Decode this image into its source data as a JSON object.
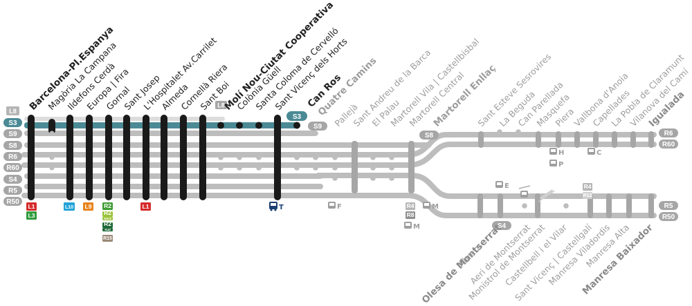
{
  "colors": {
    "line_gray": "#bdbdbd",
    "active_teal": "#4b8a95",
    "served_black": "#1a1a1a",
    "label_dark": "#222222",
    "label_gray": "#9e9e9e",
    "badge_gray": "#a6a6a6",
    "badge_s3": "#4b8a95",
    "bus_blue": "#1b3f73"
  },
  "left_badges": [
    "L8",
    "S3",
    "S9",
    "S8",
    "R6",
    "R60",
    "S4",
    "R5",
    "R50"
  ],
  "stations_dark": [
    {
      "name": "Barcelona-Pl.Espanya",
      "bold": true
    },
    {
      "name": "Magòria La Campana",
      "bold": false
    },
    {
      "name": "Ildefons Cerdà",
      "bold": false
    },
    {
      "name": "Europa | Fira",
      "bold": false
    },
    {
      "name": "Gornal",
      "bold": false
    },
    {
      "name": "Sant Josep",
      "bold": false
    },
    {
      "name": "L'Hospitalet Av.Carrilet",
      "bold": false
    },
    {
      "name": "Almeda",
      "bold": false
    },
    {
      "name": "Cornellà Riera",
      "bold": false
    },
    {
      "name": "Sant Boi",
      "bold": false
    },
    {
      "name": "Molí Nou-Ciutat Cooperativa",
      "bold": true
    },
    {
      "name": "Colònia Güell",
      "bold": false
    },
    {
      "name": "Santa Coloma de Cervelló",
      "bold": false
    },
    {
      "name": "Sant Vicenç dels Horts",
      "bold": false
    },
    {
      "name": "Can Ros",
      "bold": true
    }
  ],
  "stations_gray_trunk": [
    {
      "name": "Quatre Camins",
      "bold": true
    },
    {
      "name": "Pallejà",
      "bold": false
    },
    {
      "name": "Sant Andreu de la Barca",
      "bold": false
    },
    {
      "name": "El Palau",
      "bold": false
    },
    {
      "name": "Martorell Vila | Castellbisbal",
      "bold": false
    },
    {
      "name": "Martorell Central",
      "bold": false
    },
    {
      "name": "Martorell Enllaç",
      "bold": true
    }
  ],
  "stations_upper_branch": [
    {
      "name": "Sant Esteve Sesrovires",
      "bold": false
    },
    {
      "name": "La Beguda",
      "bold": false
    },
    {
      "name": "Can Parellada",
      "bold": false
    },
    {
      "name": "Masquefa",
      "bold": false
    },
    {
      "name": "Piera",
      "bold": false
    },
    {
      "name": "Vallbona d'Anoia",
      "bold": false
    },
    {
      "name": "Capellades",
      "bold": false
    },
    {
      "name": "La Pobla de Claramunt",
      "bold": false
    },
    {
      "name": "Vilanova del Camí",
      "bold": false
    },
    {
      "name": "Igualada",
      "bold": true
    }
  ],
  "stations_lower_branch": [
    {
      "name": "Abrera",
      "bold": false
    },
    {
      "name": "Olesa de Montserrat",
      "bold": true
    },
    {
      "name": "Aeri de Montserrat",
      "bold": false
    },
    {
      "name": "Monistrol de Montserrat",
      "bold": false
    },
    {
      "name": "Castellbell i el Vilar",
      "bold": false
    },
    {
      "name": "Sant Vicenç | Castellgalí",
      "bold": false
    },
    {
      "name": "Manresa Viladordis",
      "bold": false
    },
    {
      "name": "Manresa Alta",
      "bold": false
    },
    {
      "name": "Manresa Baixador",
      "bold": true
    }
  ],
  "inline_badges": {
    "l8_mid": "L8",
    "s3_end": "S3",
    "s9_end": "S9",
    "s8_end": "S8",
    "s4_lower": "S4"
  },
  "right_badges_upper": [
    "R6",
    "R60"
  ],
  "right_badges_lower": [
    "R5",
    "R50"
  ],
  "transfer_badges": [
    {
      "label": "L1",
      "color": "#d52b2b"
    },
    {
      "label": "L3",
      "color": "#2e9b3c"
    },
    {
      "label": "L10",
      "color": "#22a3d8"
    },
    {
      "label": "L9",
      "color": "#e8841b"
    },
    {
      "label": "R2",
      "color": "#3f9b35"
    },
    {
      "label": "R2",
      "color": "#9cc33c"
    },
    {
      "label": "Nord",
      "color": "#9cc33c"
    },
    {
      "label": "R2",
      "color": "#1f6a38"
    },
    {
      "label": "Sud",
      "color": "#1f6a38"
    },
    {
      "label": "R15",
      "color": "#9b8a79"
    },
    {
      "label": "L1",
      "color": "#d52b2b"
    },
    {
      "label": "R4",
      "color": "#b5b5b5"
    },
    {
      "label": "R8",
      "color": "#8f8f8f"
    },
    {
      "label": "R4",
      "color": "#b5b5b5"
    },
    {
      "label": "R12",
      "color": "#d0d0d0"
    }
  ],
  "bus_labels": {
    "t": "T",
    "f": "F",
    "m1": "M",
    "m2": "M",
    "e": "E",
    "h": "H",
    "p": "P",
    "c": "C"
  }
}
